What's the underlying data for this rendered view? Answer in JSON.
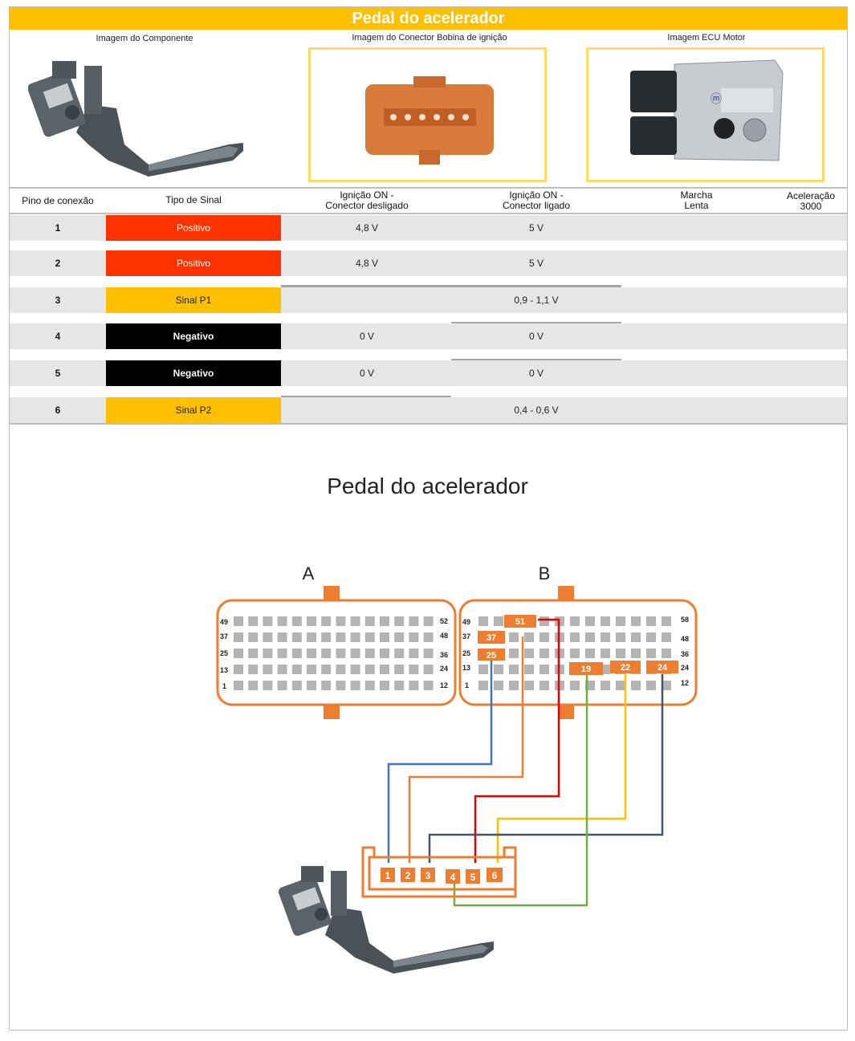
{
  "title": "Pedal do acelerador",
  "captions": {
    "component": "Imagem do Componente",
    "connector": "Imagem do Conector Bobina de ignição",
    "ecu": "Imagem ECU Motor"
  },
  "headers": {
    "pin": "Pino de conexão",
    "signal": "Tipo de Sinal",
    "ign_off": [
      "Ignição ON -",
      "Conector desligado"
    ],
    "ign_on": [
      "Ignição ON -",
      "Conector ligado"
    ],
    "idle": [
      "Marcha",
      "Lenta"
    ],
    "accel": [
      "Aceleração",
      "3000"
    ]
  },
  "rows": [
    {
      "pin": "1",
      "signal": "Positivo",
      "color": "#ff3300",
      "text_color": "#ffffff",
      "bold": false,
      "v_off": "4,8 V",
      "v_on": "5 V"
    },
    {
      "pin": "2",
      "signal": "Positivo",
      "color": "#ff3300",
      "text_color": "#ffffff",
      "bold": false,
      "v_off": "4,8 V",
      "v_on": "5 V"
    },
    {
      "pin": "3",
      "signal": "Sinal P1",
      "color": "#ffc000",
      "text_color": "#222222",
      "bold": false,
      "v_off": "",
      "v_on": "0,9 - 1,1 V"
    },
    {
      "pin": "4",
      "signal": "Negativo",
      "color": "#000000",
      "text_color": "#ffffff",
      "bold": true,
      "v_off": "0 V",
      "v_on": "0 V"
    },
    {
      "pin": "5",
      "signal": "Negativo",
      "color": "#000000",
      "text_color": "#ffffff",
      "bold": true,
      "v_off": "0 V",
      "v_on": "0 V"
    },
    {
      "pin": "6",
      "signal": "Sinal P2",
      "color": "#ffc000",
      "text_color": "#222222",
      "bold": false,
      "v_off": "",
      "v_on": "0,4 - 0,6 V"
    }
  ],
  "diagram": {
    "title": "Pedal do acelerador",
    "connector_a": {
      "label": "A",
      "pins_left": [
        "49",
        "37",
        "25",
        "13",
        "1"
      ],
      "pins_right": [
        "52",
        "48",
        "36",
        "24",
        "12"
      ]
    },
    "connector_b": {
      "label": "B",
      "pins_left": [
        "49",
        "37",
        "25",
        "13",
        "1"
      ],
      "pins_right": [
        "58",
        "48",
        "36",
        "24",
        "12"
      ]
    },
    "ecu_pins": [
      "51",
      "37",
      "25",
      "19",
      "22",
      "24"
    ],
    "pedal_pins": [
      "1",
      "2",
      "3",
      "4",
      "5",
      "6"
    ],
    "wire_colors": {
      "blue": "#4472c4",
      "orange": "#ed7d31",
      "red": "#e60000",
      "green": "#70ad47",
      "yellow": "#ffc000",
      "navy": "#44546a"
    },
    "accent": "#ed7d31"
  }
}
